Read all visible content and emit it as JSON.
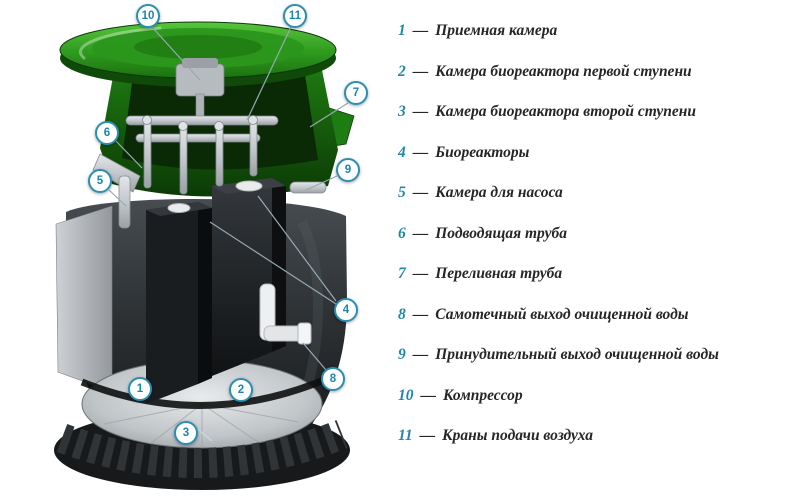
{
  "legend": {
    "separator": "—",
    "items": [
      {
        "num": "1",
        "text": "Приемная камера"
      },
      {
        "num": "2",
        "text": "Камера биореактора первой ступени"
      },
      {
        "num": "3",
        "text": "Камера биореактора второй ступени"
      },
      {
        "num": "4",
        "text": "Биореакторы"
      },
      {
        "num": "5",
        "text": "Камера для насоса"
      },
      {
        "num": "6",
        "text": "Подводящая труба"
      },
      {
        "num": "7",
        "text": "Переливная труба"
      },
      {
        "num": "8",
        "text": "Самотечный выход очищенной воды"
      },
      {
        "num": "9",
        "text": "Принудительный выход очищенной воды"
      },
      {
        "num": "10",
        "text": "Компрессор"
      },
      {
        "num": "11",
        "text": "Краны подачи воздуха"
      }
    ]
  },
  "diagram": {
    "subject": "septic-tank-bio-treatment-station-cutaway",
    "callouts": [
      {
        "n": "1"
      },
      {
        "n": "2"
      },
      {
        "n": "3"
      },
      {
        "n": "4"
      },
      {
        "n": "5"
      },
      {
        "n": "6"
      },
      {
        "n": "7"
      },
      {
        "n": "8"
      },
      {
        "n": "9"
      },
      {
        "n": "10"
      },
      {
        "n": "11"
      }
    ],
    "colors": {
      "badge_blue": "#2b8fb2",
      "legend_number_teal": "#1e87aa",
      "text_dark": "#262626",
      "lid_green": "#2e9a1e",
      "body_charcoal": "#2d3134",
      "background": "#ffffff"
    }
  }
}
